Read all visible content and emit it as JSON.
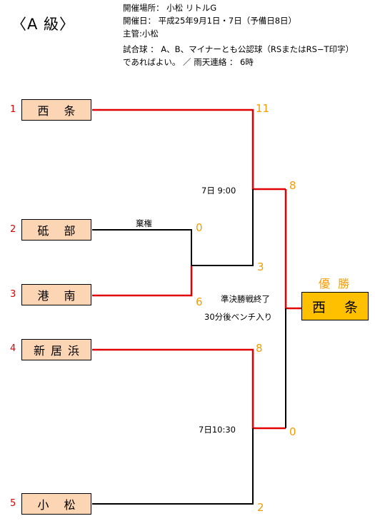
{
  "header": {
    "grade": "〈A 級〉",
    "lines": [
      "開催場所： 小松 リトルG",
      "開催日： 平成25年9月1日・7日（予備日8日）",
      "主管:小松",
      "試合球 ： A、B、マイナーとも公認球（RSまたはRS−T印字）",
      "であればよい。 ／  雨天連絡 ： 6時"
    ]
  },
  "teams": [
    {
      "seed": "1",
      "name": "西 条"
    },
    {
      "seed": "2",
      "name": "砥 部"
    },
    {
      "seed": "3",
      "name": "港 南"
    },
    {
      "seed": "4",
      "name": "新居浜"
    },
    {
      "seed": "5",
      "name": "小 松"
    }
  ],
  "scores": {
    "r1_tobe": "0",
    "r1_konan": "6",
    "semi1_saijo": "11",
    "semi1_konan": "3",
    "semi2_niihama": "8",
    "semi2_komatsu": "2",
    "final_top": "8",
    "final_bottom": "0"
  },
  "notes": {
    "forfeit": "棄権",
    "semi1_time": "7日  9:00",
    "semi2_time": "7日10:30",
    "semis_done": "準決勝戦終了",
    "bench": "30分後ベンチ入り"
  },
  "champion": {
    "label": "優 勝",
    "name": "西 条"
  },
  "colors": {
    "winner_line": "#e00000",
    "loser_line": "#000000",
    "score": "#f59c00",
    "seed": "#e00000",
    "team_fill": "#fcd5b4",
    "champion_fill": "#ffc000"
  }
}
